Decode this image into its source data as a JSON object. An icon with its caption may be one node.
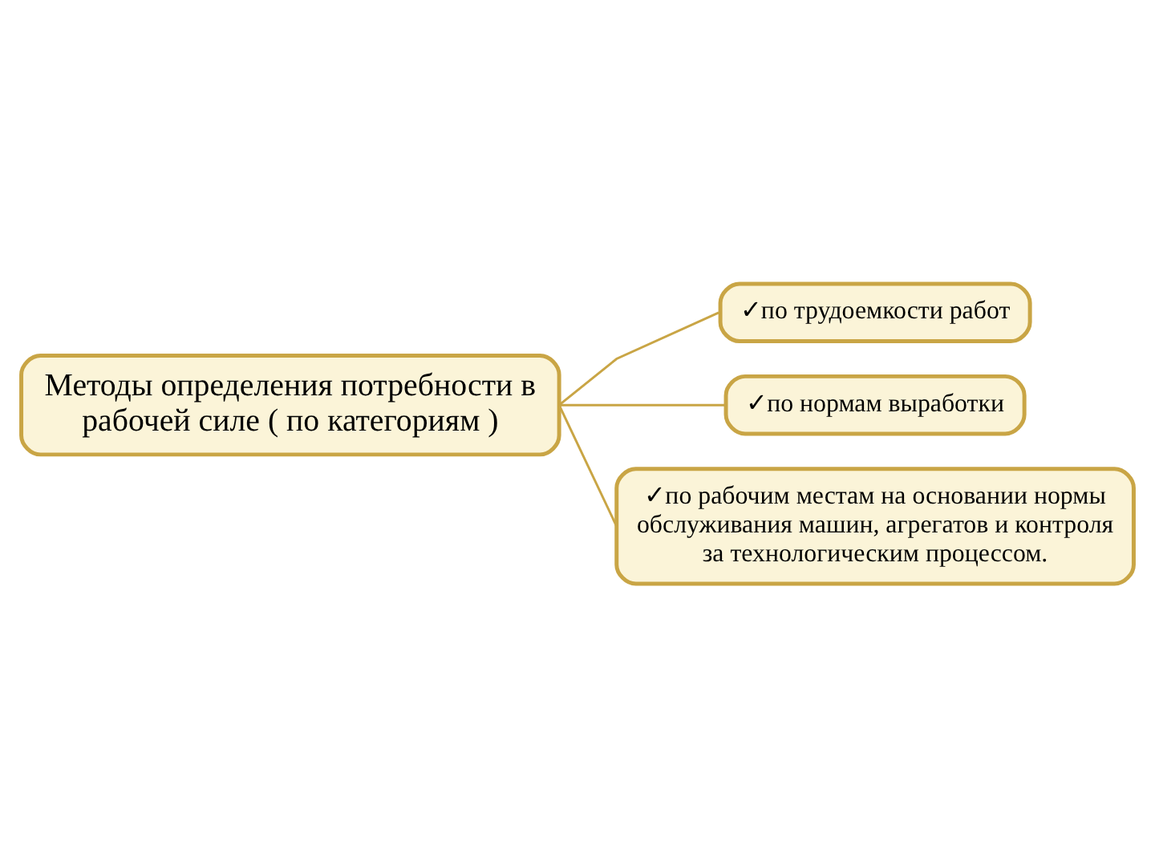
{
  "diagram": {
    "nodes": [
      {
        "text": [
          "Методы определения потребности в рабочей силе ( по категориям )"
        ]
      },
      {
        "text": [
          "✓по трудоемкости работ"
        ]
      },
      {
        "text": [
          "✓по нормам выработки"
        ]
      },
      {
        "text": [
          "✓по рабочим местам на основании нормы обслуживания машин, агрегатов и контроля за технологическим процессом."
        ]
      }
    ],
    "edges": [
      {
        "from": 0,
        "to": 1,
        "arrow": "none"
      },
      {
        "from": 0,
        "to": 2,
        "arrow": "none"
      },
      {
        "from": 0,
        "to": 3,
        "arrow": "none"
      }
    ]
  }
}
